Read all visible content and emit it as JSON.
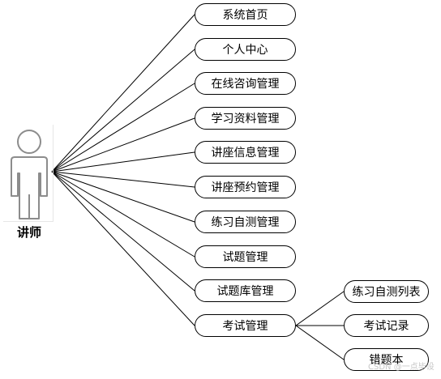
{
  "actor": {
    "label": "讲师"
  },
  "functions": [
    "系统首页",
    "个人中心",
    "在线咨询管理",
    "学习资料管理",
    "讲座信息管理",
    "讲座预约管理",
    "练习自测管理",
    "试题管理",
    "试题库管理",
    "考试管理"
  ],
  "sub_functions": [
    "练习自测列表",
    "考试记录",
    "错题本"
  ],
  "watermark": "CSDN @一点毕设"
}
